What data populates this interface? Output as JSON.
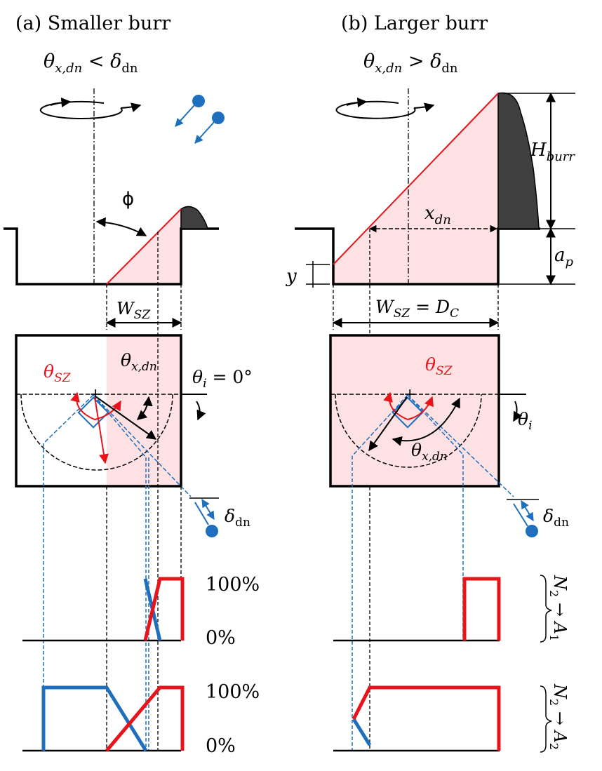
{
  "panel_a": {
    "title": "(a) Smaller burr",
    "condition": {
      "lhs": "θ",
      "lhs_sub": "x,dn",
      "op": " < ",
      "rhs": "δ",
      "rhs_sub": "dn"
    },
    "phi_label": "ϕ",
    "wsz_label": {
      "main": "W",
      "sub": "SZ"
    },
    "theta_sz_label": {
      "main": "θ",
      "sub": "SZ"
    },
    "theta_xdn_label": {
      "main": "θ",
      "sub": "x,dn"
    },
    "theta_i_label": {
      "main": "θ",
      "sub": "i",
      "suffix": " = 0°"
    },
    "delta_label": {
      "main": "δ",
      "sub": "dn"
    },
    "plot_top": {
      "label_100": "100%",
      "label_0": "0%"
    },
    "plot_bottom": {
      "label_100": "100%",
      "label_0": "0%"
    }
  },
  "panel_b": {
    "title": "(b) Larger burr",
    "condition": {
      "lhs": "θ",
      "lhs_sub": "x,dn",
      "op": " > ",
      "rhs": "δ",
      "rhs_sub": "dn"
    },
    "h_burr_label": {
      "main": "H",
      "sub": "burr"
    },
    "x_dn_label": {
      "main": "x",
      "sub": "dn"
    },
    "a_p_label": {
      "main": "a",
      "sub": "p"
    },
    "y_label": "y",
    "wsz_dc_label": {
      "main": "W",
      "sub": "SZ",
      "mid": " = ",
      "main2": "D",
      "sub2": "C"
    },
    "theta_sz_label": {
      "main": "θ",
      "sub": "SZ"
    },
    "theta_i_label": {
      "main": "θ",
      "sub": "i"
    },
    "theta_xdn_label": {
      "main": "θ",
      "sub": "x,dn"
    },
    "delta_label": {
      "main": "δ",
      "sub": "dn"
    },
    "plot_top_label": {
      "main": "N",
      "sub": "2",
      "arrow": " → ",
      "main2": "A",
      "sub2": "1"
    },
    "plot_bottom_label": {
      "main": "N",
      "sub": "2",
      "arrow": " → ",
      "main2": "A",
      "sub2": "2"
    }
  },
  "colors": {
    "laser_red": "#e8141b",
    "zone_pink": "#fde1e3",
    "beam_blue": "#1f6fbf",
    "burr_dark": "#3f3f3f"
  }
}
